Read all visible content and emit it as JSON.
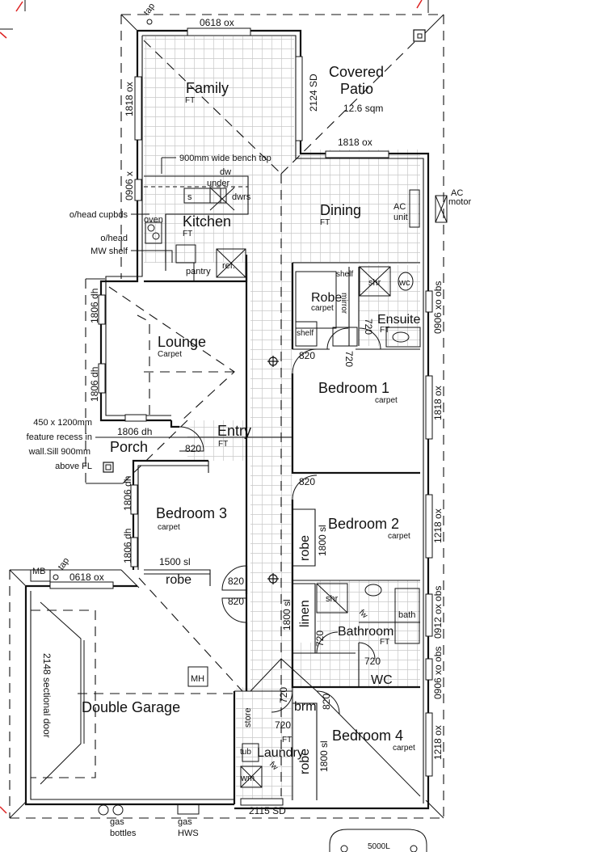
{
  "rooms": {
    "family": {
      "name": "Family",
      "floor": "FT"
    },
    "covered_patio": {
      "name_line1": "Covered",
      "name_line2": "Patio",
      "area": "12.6 sqm"
    },
    "dining": {
      "name": "Dining",
      "floor": "FT"
    },
    "kitchen": {
      "name": "Kitchen",
      "floor": "FT"
    },
    "lounge": {
      "name": "Lounge",
      "floor": "Carpet"
    },
    "robe_master": {
      "name": "Robe",
      "floor": "carpet"
    },
    "ensuite": {
      "name": "Ensuite",
      "floor": "FT"
    },
    "bedroom1": {
      "name": "Bedroom 1",
      "floor": "carpet"
    },
    "entry": {
      "name": "Entry",
      "floor": "FT"
    },
    "porch": {
      "name": "Porch"
    },
    "bedroom3": {
      "name": "Bedroom 3",
      "floor": "carpet"
    },
    "bedroom2": {
      "name": "Bedroom 2",
      "floor": "carpet"
    },
    "bathroom": {
      "name": "Bathroom",
      "floor": "FT"
    },
    "double_garage": {
      "name": "Double Garage"
    },
    "laundry": {
      "name": "Laundry",
      "floor": "FT"
    },
    "bedroom4": {
      "name": "Bedroom 4",
      "floor": "carpet"
    }
  },
  "fixtures": {
    "tap_top": "tap",
    "tap_garage": "tap",
    "mb": "MB",
    "dw_line1": "dw",
    "dw_line2": "under",
    "sink": "s",
    "dwrs": "dwrs",
    "oven": "oven",
    "pantry": "pantry",
    "ref": "ref.",
    "ac_unit_line1": "AC",
    "ac_unit_line2": "unit",
    "ac_motor_line1": "AC",
    "ac_motor_line2": "motor",
    "shelf_top": "shelf",
    "shelf_bottom": "shelf",
    "mirror": "mirror",
    "ensuite_shower": "shr",
    "ensuite_wc": "wc",
    "robe_bed2": "robe",
    "robe_bed3": "robe",
    "robe_bed4": "robe",
    "linen": "linen",
    "bath_shower": "shr",
    "bath": "bath",
    "fw_bath": "fw",
    "fw_laundry": "fw",
    "wc": "WC",
    "manhole": "MH",
    "store": "store",
    "brm": "brm",
    "tub": "tub",
    "wm": "wm",
    "gas_bottles_line1": "gas",
    "gas_bottles_line2": "bottles",
    "gas_hws_line1": "gas",
    "gas_hws_line2": "HWS",
    "tank": "5000L"
  },
  "notes": {
    "bench": "900mm wide bench top",
    "cupboards": "o/head cupbds",
    "mw_line1": "o/head",
    "mw_line2": "MW shelf",
    "recess_line1": "450 x 1200mm",
    "recess_line2": "feature recess in",
    "recess_line3": "wall.Sill 900mm",
    "recess_line4": "above FL"
  },
  "dimensions": {
    "family_top_window": "0618 ox",
    "family_left_window": "1818 ox",
    "kitchen_left_window": "0906 x",
    "patio_door": "2124 SD",
    "dining_top_window": "1818 ox",
    "ensuite_window": "0906 xo obs",
    "bed1_window": "1818 ox",
    "bed2_window": "1218 ox",
    "bath_window": "0912 ox obs",
    "wc_window": "0906 xo obs",
    "bed4_window": "1218 ox",
    "lounge_window_1": "1806 dh",
    "lounge_window_2": "1806 dh",
    "lounge_bottom_window": "1806 dh",
    "bed3_window_1": "1806 dh",
    "bed3_window_2": "1806 dh",
    "garage_top_window": "0618 ox",
    "garage_door": "2148 sectional door",
    "laundry_door": "2115 SD",
    "robe_door_master": "720",
    "ensuite_door": "720",
    "bed1_door": "820",
    "bed2_door": "820",
    "entry_door": "820",
    "bed3_door": "820",
    "garage_door_inner": "820",
    "bed2_robe": "1800 sl",
    "bed3_robe": "1500 sl",
    "linen_door": "1800 sl",
    "bath_door": "720",
    "wc_door": "720",
    "brm_door": "720",
    "laundry_door_inner": "720",
    "bed4_door": "820",
    "bed4_robe": "1800 sl"
  }
}
